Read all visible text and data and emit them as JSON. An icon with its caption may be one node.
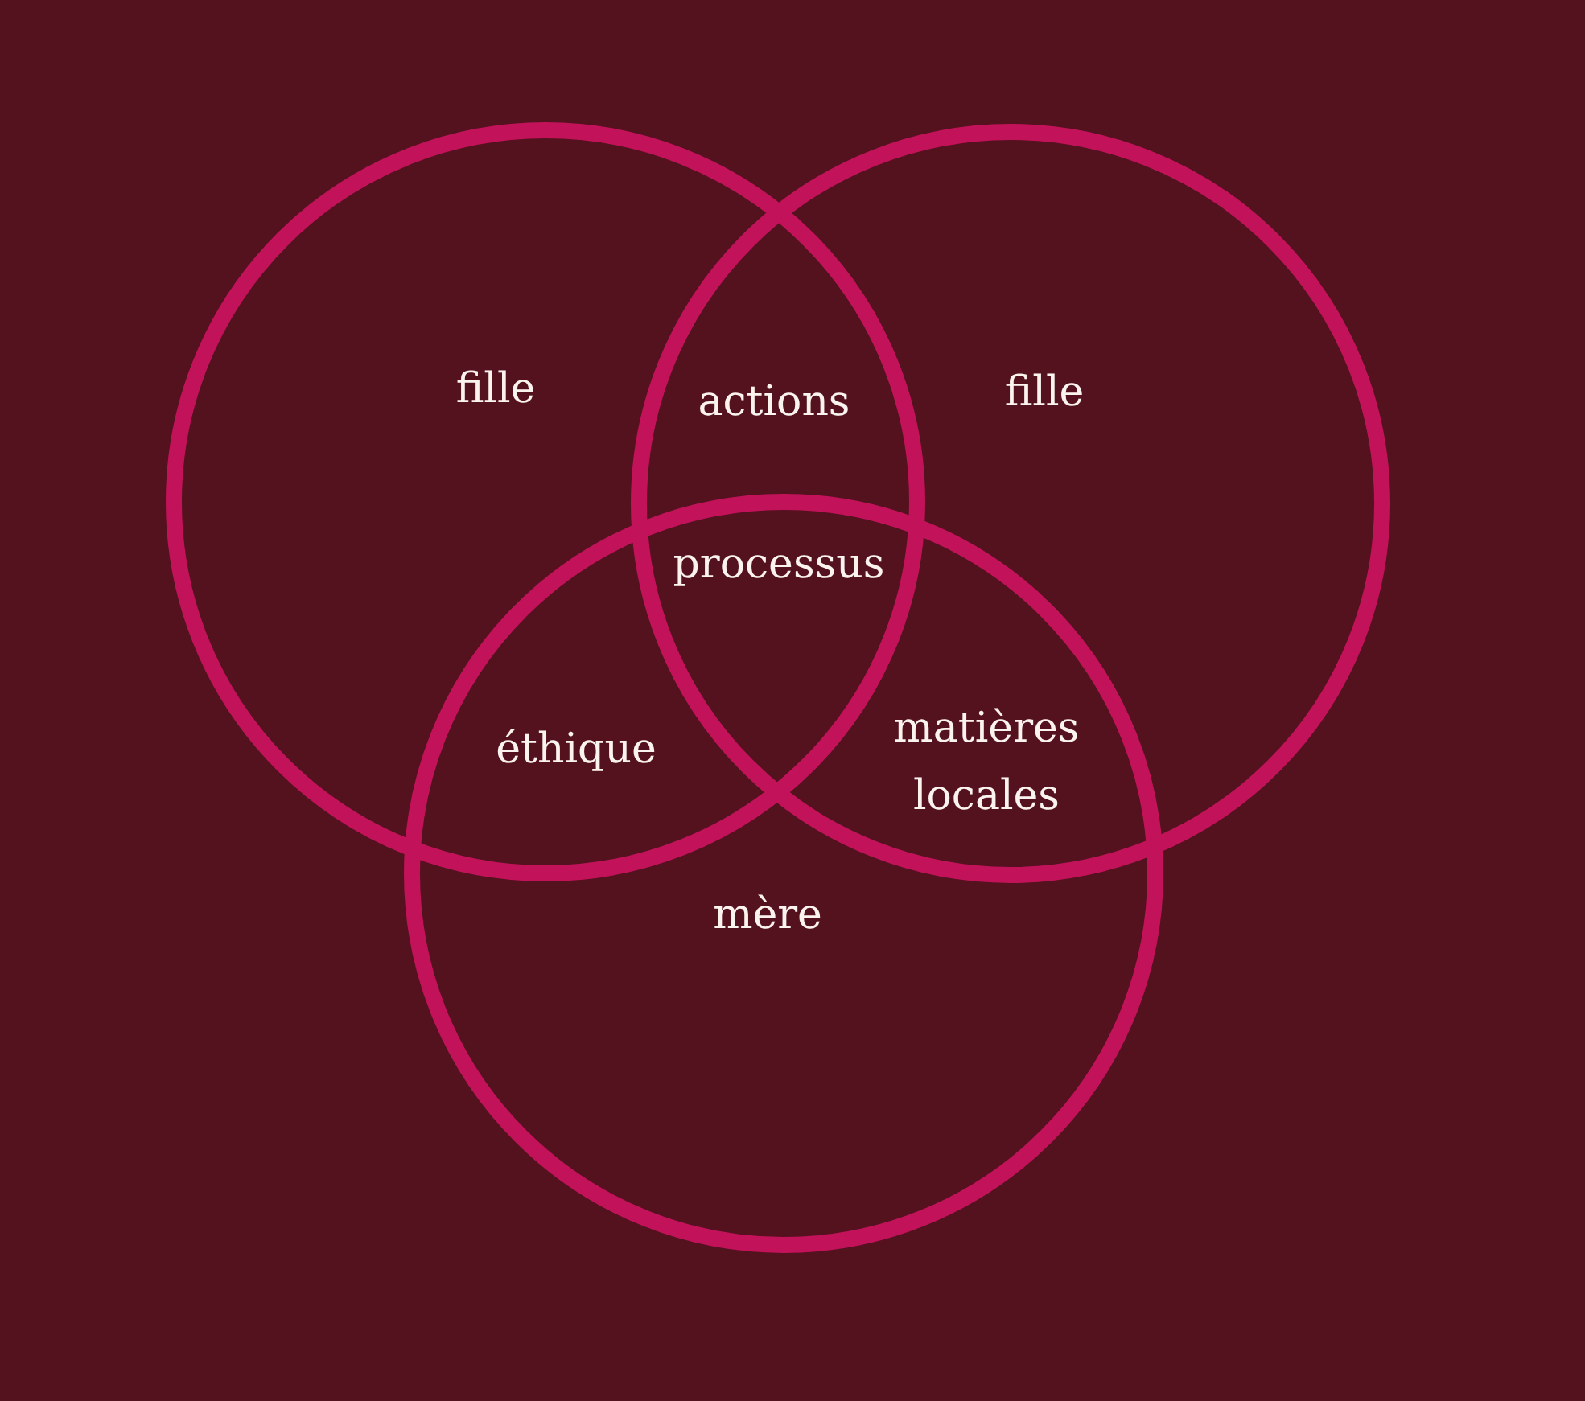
{
  "diagram": {
    "nodes": [
      {
        "text": [
          "fille"
        ]
      },
      {
        "text": [
          "fille"
        ]
      },
      {
        "text": [
          "mère"
        ]
      }
    ],
    "labels": [
      "actions",
      "processus",
      "éthique",
      "matières locales"
    ]
  }
}
